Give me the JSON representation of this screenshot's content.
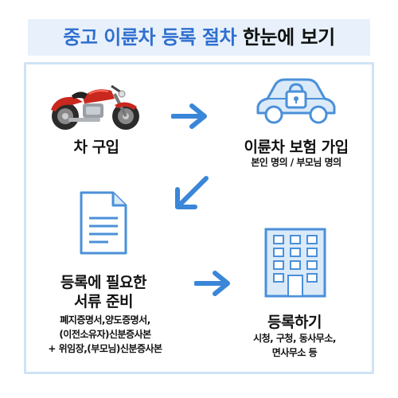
{
  "title": {
    "accent": "중고 이륜차 등록 절차",
    "rest": " 한눈에 보기"
  },
  "steps": {
    "buy": {
      "label": "차 구입",
      "icon": "motorcycle-icon"
    },
    "insurance": {
      "label": "이륜차 보험 가입",
      "sub": "본인 명의 / 부모님 명의",
      "icon": "locked-car-icon"
    },
    "documents": {
      "label_line1": "등록에 필요한",
      "label_line2": "서류 준비",
      "sub_line1": "폐지증명서,양도증명서,",
      "sub_line2": "(이전소유자)신분증사본",
      "sub_line3": "+ 위임장,(부모님)신분증사본",
      "icon": "document-icon"
    },
    "register": {
      "label": "등록하기",
      "sub_line1": "시청, 구청, 동사무소,",
      "sub_line2": "면사무소 등",
      "icon": "building-icon"
    }
  },
  "colors": {
    "accent": "#2f6fd0",
    "arrow": "#3a86d8",
    "icon_fill": "#dbeaf8",
    "icon_stroke": "#4a90d9"
  }
}
